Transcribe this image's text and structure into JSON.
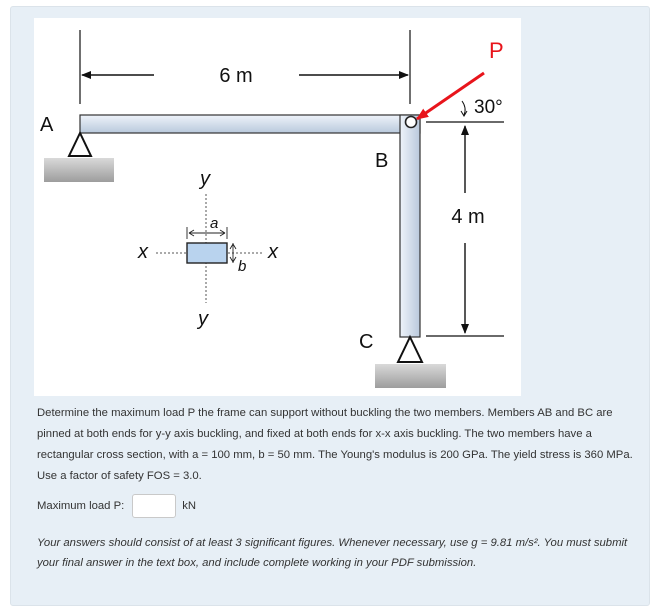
{
  "figure": {
    "span_label": "6 m",
    "load_label": "P",
    "angle_label": "30°",
    "height_label": "4 m",
    "point_a": "A",
    "point_b": "B",
    "point_c": "C",
    "axis_x_left": "x",
    "axis_x_right": "x",
    "axis_y_top": "y",
    "axis_y_bottom": "y",
    "dim_a": "a",
    "dim_b": "b",
    "load_color": "#e8141b",
    "member_color": "#cfdcec",
    "section_color": "#b9d3ee"
  },
  "question": {
    "text": "Determine the maximum load P the frame can support without buckling the two members. Members AB and BC are pinned at both ends for y-y axis buckling, and fixed at both ends for x-x axis buckling. The two members have a rectangular cross section, with a = 100 mm, b = 50 mm. The Young's modulus is 200 GPa. The yield stress is 360 MPa. Use a factor of safety FOS = 3.0."
  },
  "answer": {
    "label": "Maximum load P:",
    "value": "",
    "placeholder": "",
    "unit": "kN"
  },
  "note": {
    "text": "Your answers should consist of at least 3 significant figures. Whenever necessary, use g = 9.81 m/s². You must submit your final answer in the text box, and include complete working in your PDF submission."
  }
}
